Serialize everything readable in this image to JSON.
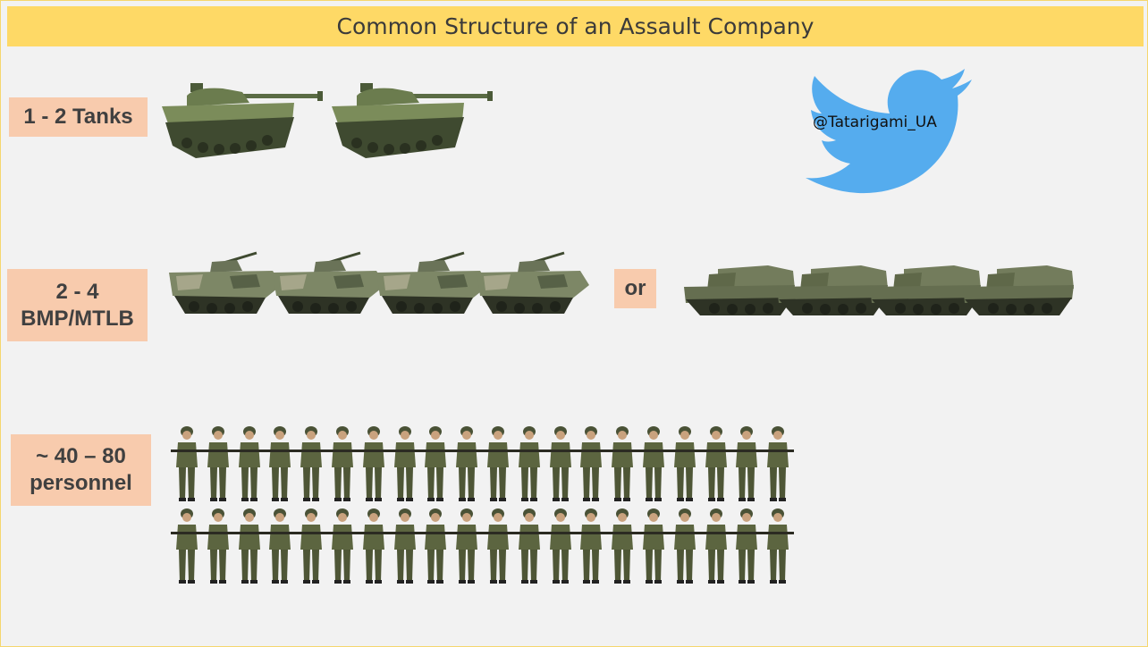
{
  "title": "Common Structure of an Assault Company",
  "labels": {
    "tanks": "1 - 2 Tanks",
    "bmp_line1": "2 - 4",
    "bmp_line2": "BMP/MTLB",
    "or": "or",
    "personnel_line1": "~ 40 – 80",
    "personnel_line2": "personnel"
  },
  "social": {
    "icon": "twitter-bird-icon",
    "handle": "@Tatarigami_UA",
    "color": "#55acee"
  },
  "counts": {
    "tanks": 2,
    "bmp": 4,
    "mtlb": 4,
    "soldier_rows": 2,
    "soldiers_per_row": 20
  },
  "colors": {
    "title_bar": "#fed966",
    "label_bg": "#f8cbad",
    "background": "#f2f2f2"
  }
}
